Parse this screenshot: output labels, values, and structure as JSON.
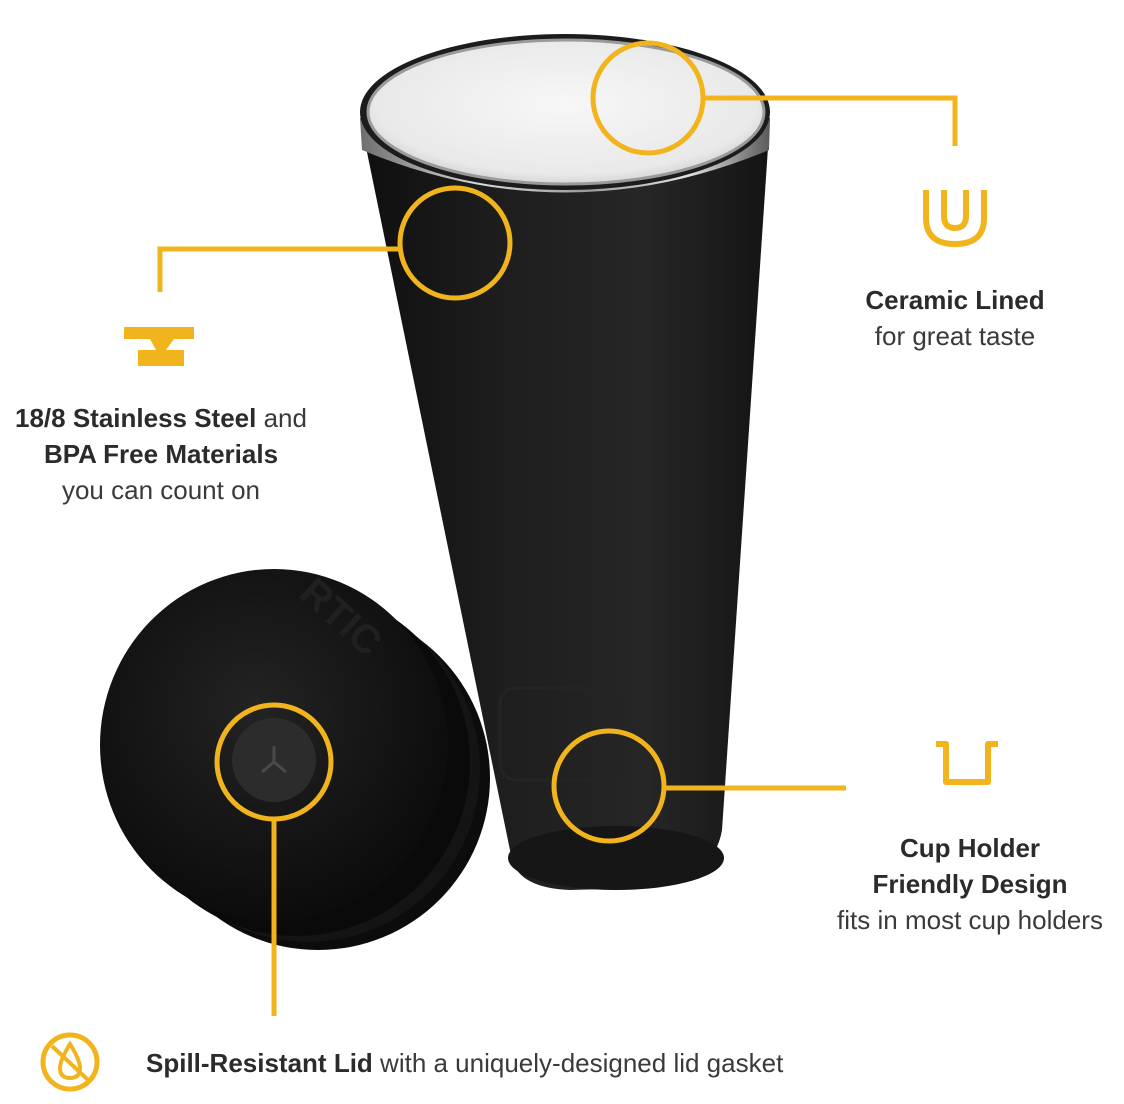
{
  "colors": {
    "accent": "#F2B41C",
    "tumbler_body": "#1b1b1b",
    "text": "#2b2b2b",
    "background": "#ffffff"
  },
  "product": {
    "logo_text": "RTIC"
  },
  "features": {
    "ceramic": {
      "icon": "u-shape-icon",
      "title": "Ceramic Lined",
      "subtitle": "for great taste"
    },
    "steel": {
      "icon": "anvil-icon",
      "line1_bold": "18/8 Stainless Steel",
      "line1_rest": " and",
      "line2_bold": "BPA Free Materials",
      "line3": "you can count on"
    },
    "cupholder": {
      "icon": "cup-holder-icon",
      "title_line1": "Cup Holder",
      "title_line2": "Friendly Design",
      "subtitle": "fits in most cup holders"
    },
    "lid": {
      "icon": "no-spill-drop-icon",
      "title": "Spill-Resistant Lid",
      "subtitle": " with a uniquely-designed lid gasket"
    }
  }
}
